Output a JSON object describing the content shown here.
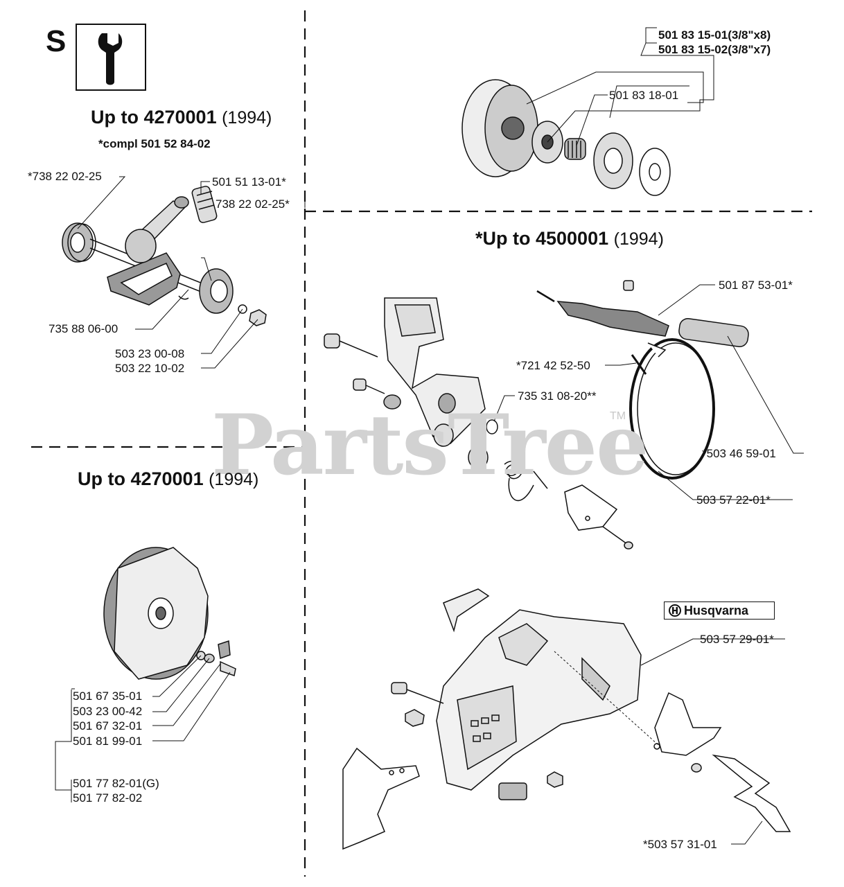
{
  "section": {
    "letter": "S",
    "icon": "wrench-icon"
  },
  "headings": {
    "top_left": {
      "text": "Up to 4270001",
      "year": "(1994)"
    },
    "top_left_note": "*compl 501 52 84-02",
    "right": {
      "text": "*Up to 4500001",
      "year": "(1994)"
    },
    "bottom_left": {
      "text": "Up to 4270001",
      "year": "(1994)"
    }
  },
  "crankshaft_labels": {
    "bearing_left": "*738 22 02-25",
    "needle_bearing": "501 51 13-01*",
    "bearing_right": "738 22 02-25*",
    "key": "735 88 06-00",
    "washer": "503 23 00-08",
    "nut": "503 22 10-02"
  },
  "clutch_labels": {
    "drum_8": "501 83 15-01(3/8\"x8)",
    "drum_7": "501 83 15-02(3/8\"x7)",
    "needle_bearing": "501 83 18-01"
  },
  "brake_labels": {
    "handle": "501 87 53-01*",
    "pin": "*721 42 52-50",
    "spring_clip": "735 31 08-20**",
    "spring": "*503 46 59-01",
    "band": "503 57 22-01*"
  },
  "cover_labels": {
    "cover": "503 57 29-01*",
    "deflector": "*503 57 31-01",
    "brand": "Husqvarna"
  },
  "flywheel_labels": {
    "flywheel": "501 67 35-01",
    "washer": "503 23 00-42",
    "nut": "501 67 32-01",
    "screw": "501 81 99-01",
    "flywheel_g": "501 77 82-01(G)",
    "flywheel_alt": "501 77 82-02"
  },
  "watermark": {
    "text": "PartsTree",
    "tm": "TM"
  }
}
